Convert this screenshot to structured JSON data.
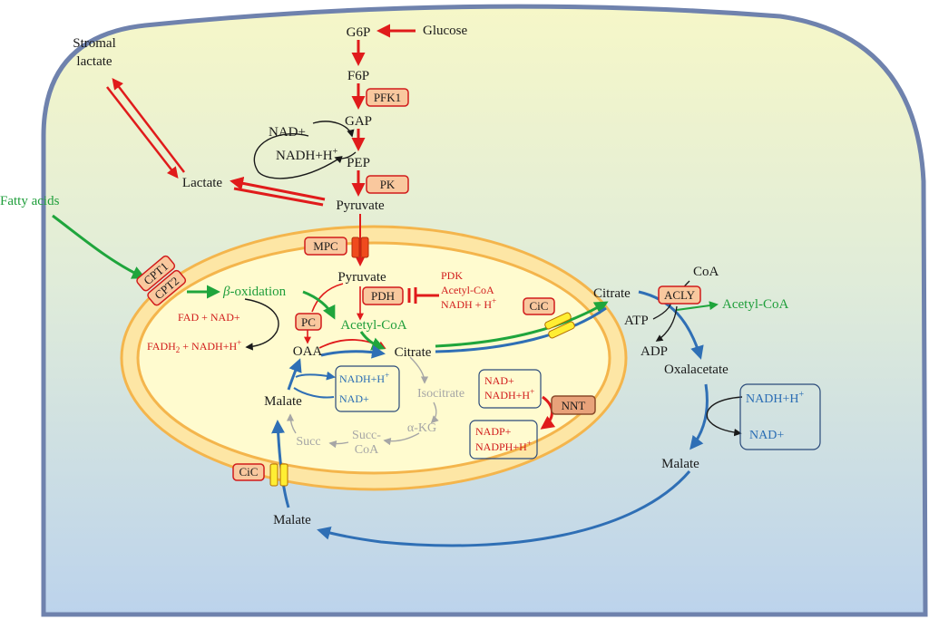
{
  "extracellular": {
    "stromal_lactate": [
      "Stromal",
      "lactate"
    ],
    "fatty_acids": "Fatty acids"
  },
  "glycolysis": {
    "glucose": "Glucose",
    "g6p": "G6P",
    "f6p": "F6P",
    "gap": "GAP",
    "pep": "PEP",
    "pyruvate": "Pyruvate",
    "lactate": "Lactate",
    "nad": "NAD+",
    "nadh": "NADH+H",
    "plus_sup": "+"
  },
  "enzymes": {
    "pfk1": "PFK1",
    "pk": "PK",
    "mpc": "MPC",
    "pdh": "PDH",
    "pc": "PC",
    "cpt1": "CPT1",
    "cpt2": "CPT2",
    "cic_top": "CiC",
    "cic_bottom": "CiC",
    "acly": "ACLY",
    "nnt": "NNT"
  },
  "mitochondria": {
    "pyruvate": "Pyruvate",
    "beta": "β",
    "oxidation": "-oxidation",
    "fad_nad": "FAD + NAD+",
    "fadh2": "FADH",
    "fadh2_sub": "2",
    "fadh2_rest": " + NADH+H",
    "acetyl_coa": "Acetyl-CoA",
    "oaa": "OAA",
    "citrate": "Citrate",
    "isocitrate": "Isocitrate",
    "akg": "α-KG",
    "succ_coa": [
      "Succ-",
      "CoA"
    ],
    "succ": "Succ",
    "malate": "Malate",
    "box_nadh": "NADH+H",
    "box_nad": "NAD+",
    "pdk_inhibitors": [
      "PDK",
      "Acetyl-CoA",
      "NADH + H"
    ],
    "nnt_top": [
      "NAD+",
      "NADH+H"
    ],
    "nnt_bottom": [
      "NADP+",
      "NADPH+H"
    ]
  },
  "cytosol": {
    "citrate": "Citrate",
    "coa": "CoA",
    "acetyl_coa": "Acetyl-CoA",
    "atp": "ATP",
    "adp": "ADP",
    "oxalacetate": "Oxalacetate",
    "nadh": "NADH+H",
    "nad": "NAD+",
    "malate_right": "Malate",
    "malate_bottom": "Malate"
  },
  "colors": {
    "red": "#e01b1b",
    "green": "#1fa53c",
    "blue": "#2f6fb5",
    "gray": "#a6a6a6",
    "enzyme_fill": "#f9c89e",
    "mito_membrane": "#fbd68a",
    "mito_matrix": "#fffbcc"
  }
}
